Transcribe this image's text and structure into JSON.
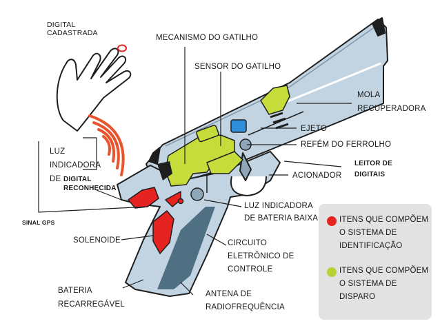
{
  "labels": {
    "digital_cadastrada": "DIGITAL\nCADASTRADA",
    "mecanismo_gatilho": "MECANISMO DO GATILHO",
    "sensor_gatilho": "SENSOR DO GATILHO",
    "mola_recuperadora": "MOLA\nRECUPERADORA",
    "ejeto": "EJETO",
    "refem_ferrolho": "REFÉM DO FERROLHO",
    "leitor_digitais": "LEITOR DE\nDIGITAIS",
    "acionador": "ACIONADOR",
    "luz_indicadora_digital": "LUZ\nINDICADORA\nDE",
    "digital_reconhecida": "DIGITAL\nRECONHECIDA",
    "sinal_gps": "SINAL GPS",
    "luz_bateria_baixa": "LUZ INDICADORA\nDE BATERIA BAIXA",
    "solenoide": "SOLENOIDE",
    "circuito": "CIRCUITO\nELETRÔNICO DE\nCONTROLE",
    "bateria": "BATERIA\nRECARREGÁVEL",
    "antena": "ANTENA DE\nRADIOFREQUÊNCIA"
  },
  "legend": {
    "identification": "ITENS QUE COMPÕEM\nO SISTEMA DE\nIDENTIFICAÇÃO",
    "firing": "ITENS QUE COMPÕEM\nO SISTEMA DE\nDISPARO",
    "colors": {
      "identification": "#e52421",
      "firing": "#b5d334"
    }
  },
  "colors": {
    "gun_body": "#c2d4e2",
    "gun_outline": "#1e1e1e",
    "firing_parts": "#c6dc3a",
    "identification_parts": "#e52421",
    "signal_arcs": "#e8542c",
    "sensor_blue": "#2f8fd8"
  }
}
